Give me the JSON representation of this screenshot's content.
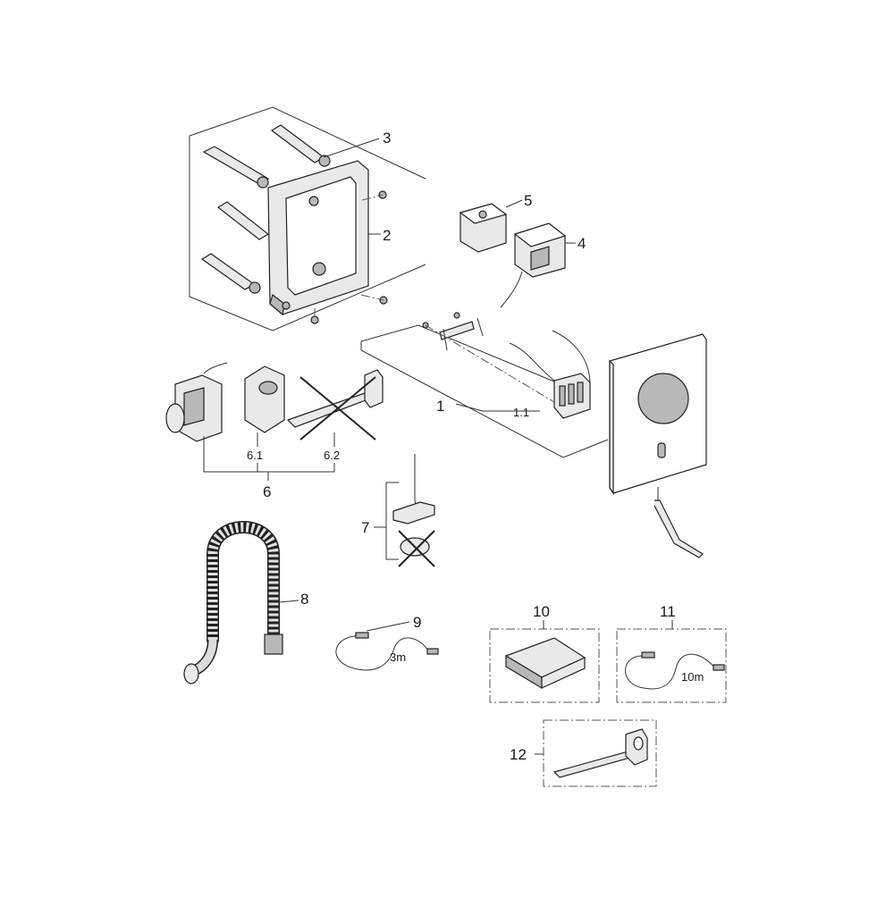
{
  "callouts": {
    "c1": "1",
    "c1_1": "1.1",
    "c2": "2",
    "c3": "3",
    "c4": "4",
    "c5": "5",
    "c6": "6",
    "c6_1": "6.1",
    "c6_2": "6.2",
    "c7": "7",
    "c8": "8",
    "c9": "9",
    "c10": "10",
    "c11": "11",
    "c12": "12"
  },
  "cable_lengths": {
    "cable_9": "3m",
    "cable_11": "10m"
  },
  "colors": {
    "line": "#333333",
    "part_fill": "#e9e9e9",
    "part_dark": "#b8b8b8",
    "background": "#ffffff"
  },
  "icons": {
    "not_included": "cross-out-icon"
  }
}
